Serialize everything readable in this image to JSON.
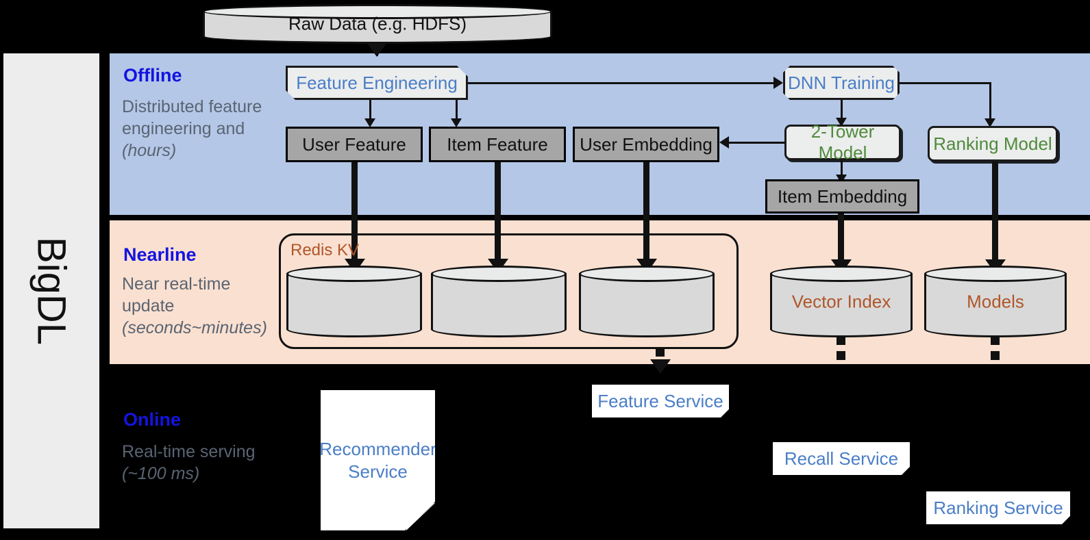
{
  "sidebar": {
    "label": "BigDL"
  },
  "bands": {
    "offline": {
      "title": "Offline",
      "subtitle": "Distributed feature engineering and ",
      "subtitle_em": "(hours)"
    },
    "nearline": {
      "title": "Nearline",
      "subtitle": "Near real-time update ",
      "subtitle_em": "(seconds~minutes)"
    },
    "online": {
      "title": "Online",
      "subtitle": "Real-time serving ",
      "subtitle_em": "(~100 ms)"
    }
  },
  "nodes": {
    "raw_data": "Raw Data (e.g. HDFS)",
    "feature_engineering": "Feature Engineering",
    "dnn_training": "DNN Training",
    "user_feature": "User Feature",
    "item_feature": "Item Feature",
    "user_embedding": "User Embedding",
    "two_tower_model": "2-Tower Model",
    "ranking_model": "Ranking Model",
    "item_embedding": "Item Embedding",
    "redis_kv": "Redis KV",
    "vector_index": "Vector Index",
    "models": "Models",
    "feature_service": "Feature Service",
    "recall_service": "Recall Service",
    "ranking_service": "Ranking Service",
    "recommender_service": "Recommender Service"
  },
  "colors": {
    "offline_band": "#b4c7e7",
    "nearline_band": "#fae0d0",
    "online_band": "#000000",
    "band_title": "#1414e0",
    "band_subtitle": "#5a6472",
    "model_green": "#4f8b3b",
    "service_blue": "#4a7ec7",
    "store_brown": "#b0562a",
    "grey_box": "#a6a6a6",
    "sidebar": "#ededed"
  }
}
